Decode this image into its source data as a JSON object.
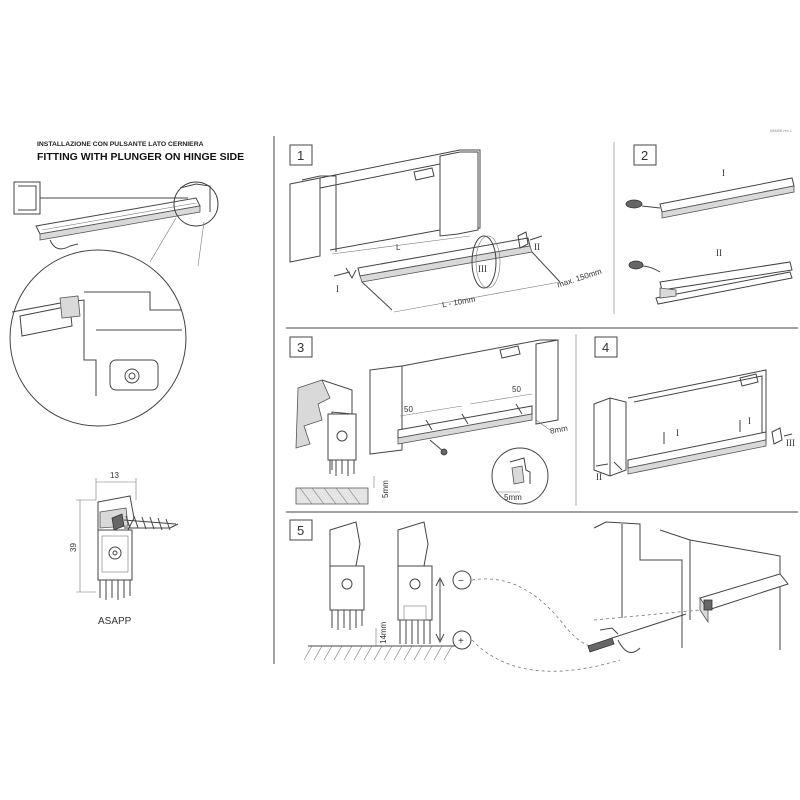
{
  "title_it": "INSTALLAZIONE CON PULSANTE LATO CERNIERA",
  "title_en": "FITTING WITH PLUNGER ON HINGE SIDE",
  "corner_code": "IMM06 rev.1",
  "left": {
    "width_dim": "13",
    "height_dim": "39",
    "model": "ASAPP"
  },
  "steps": [
    {
      "number": "1",
      "labels": {
        "length": "L",
        "cut_length": "L - 10mm",
        "max_cut": "max. 150mm",
        "I": "I",
        "II": "II",
        "III": "III"
      }
    },
    {
      "number": "2",
      "labels": {
        "I": "I",
        "II": "II"
      }
    },
    {
      "number": "3",
      "labels": {
        "spacing_left": "50",
        "spacing_right": "50",
        "depth": "8mm",
        "height_5": "5mm",
        "height_5b": "5mm"
      }
    },
    {
      "number": "4",
      "labels": {
        "I_left": "I",
        "I_right": "I",
        "II": "II",
        "III": "III"
      }
    },
    {
      "number": "5",
      "labels": {
        "clearance": "14mm",
        "minus": "−",
        "plus": "+"
      }
    }
  ]
}
